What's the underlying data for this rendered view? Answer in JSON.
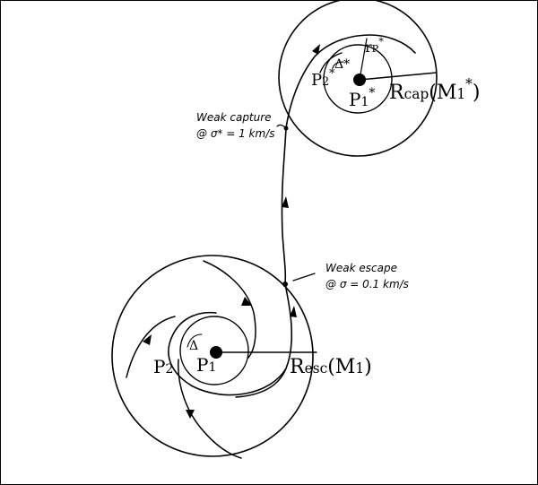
{
  "capture_region": {
    "radius_label": "R",
    "radius_sub": "cap",
    "radius_arg": "(M",
    "radius_arg_sub": "1",
    "radius_arg_sup": "*",
    "radius_arg_close": ")",
    "primary_label": "P",
    "primary_sub": "1",
    "primary_sup": "*",
    "periapsis_label": "P",
    "periapsis_sub": "2",
    "periapsis_sup": "*",
    "delta_label": "Δ*",
    "rp_label": "r",
    "rp_sub": "P",
    "rp_sup": "*"
  },
  "escape_region": {
    "radius_label": "R",
    "radius_sub": "esc",
    "radius_arg": "(M",
    "radius_arg_sub": "1",
    "radius_arg_close": ")",
    "primary_label": "P",
    "primary_sub": "1",
    "periapsis_label": "P",
    "periapsis_sub": "2",
    "delta_label": "Δ"
  },
  "annotations": {
    "weak_capture_line1": "Weak capture",
    "weak_capture_line2": "@ σ* = 1 km/s",
    "weak_escape_line1": "Weak escape",
    "weak_escape_line2": "@ σ = 0.1 km/s"
  },
  "colors": {
    "ink": "#000000",
    "background": "#ffffff"
  }
}
